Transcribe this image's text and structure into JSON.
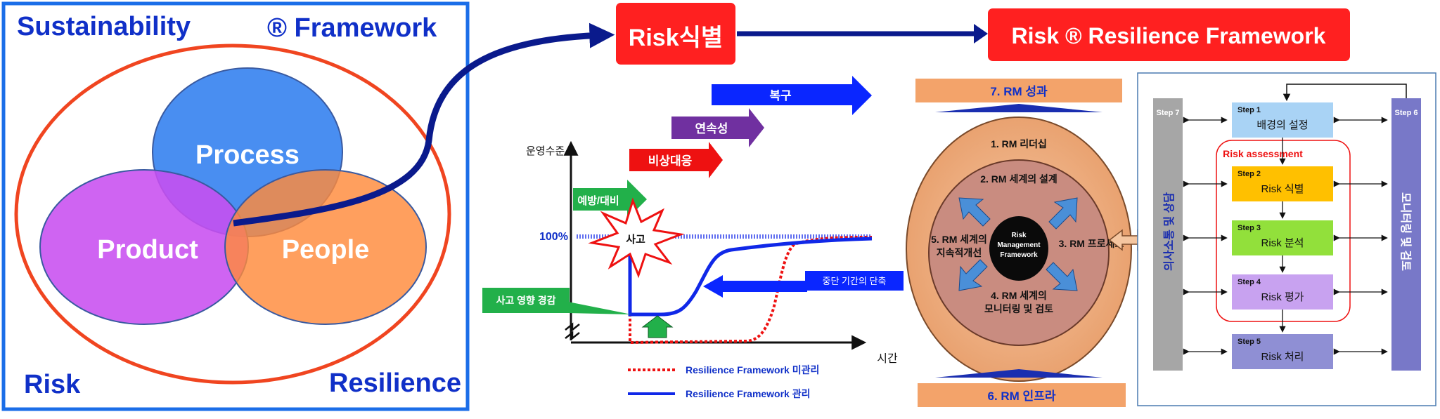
{
  "left_panel": {
    "title_left": "Sustainability",
    "title_right": "® Framework",
    "corner_bottom_left": "Risk",
    "corner_bottom_right": "Resilience",
    "circles": [
      "Process",
      "Product",
      "People"
    ]
  },
  "header": {
    "risk_identify": "Risk식별",
    "framework_title": "Risk ® Resilience Framework"
  },
  "response_chart": {
    "y_label": "운영수준",
    "x_label": "시간",
    "level_100": "100%",
    "arrows": {
      "recovery": "복구",
      "continuity": "연속성",
      "emergency": "비상대응",
      "prevention": "예방/대비"
    },
    "accident": "사고",
    "reduce_downtime": "중단 기간의 단축",
    "mitigate_impact": "사고 영향 경감",
    "legend_unmanaged": "Resilience Framework 미관리",
    "legend_managed": "Resilience Framework 관리",
    "colors": {
      "managed": "#1028e8",
      "unmanaged": "#ee1111"
    }
  },
  "rm_cycle": {
    "top_box": "7. RM 성과",
    "bottom_box": "6. RM 인프라",
    "leadership": "1. RM 리더십",
    "design": "2. RM 세계의 설계",
    "process": "3. RM 프로세스",
    "monitoring_l1": "4. RM 세계의",
    "monitoring_l2": "모니터링 및 검토",
    "improve_l1": "5. RM 세계의",
    "improve_l2": "지속적개선",
    "center_l1": "Risk",
    "center_l2": "Management",
    "center_l3": "Framework"
  },
  "process_panel": {
    "step7_label": "Step 7",
    "step7_text": "의사소통 및 상담",
    "step6_label": "Step 6",
    "step6_text": "모니터링 및 검토",
    "assessment": "Risk assessment",
    "steps": [
      {
        "label": "Step 1",
        "text": "배경의 설정",
        "color": "#a9d3f5"
      },
      {
        "label": "Step 2",
        "text": "Risk 식별",
        "color": "#ffc000"
      },
      {
        "label": "Step 3",
        "text": "Risk 분석",
        "color": "#92e03b"
      },
      {
        "label": "Step 4",
        "text": "Risk 평가",
        "color": "#c8a2f0"
      },
      {
        "label": "Step 5",
        "text": "Risk 처리",
        "color": "#8f8fd4"
      }
    ]
  }
}
